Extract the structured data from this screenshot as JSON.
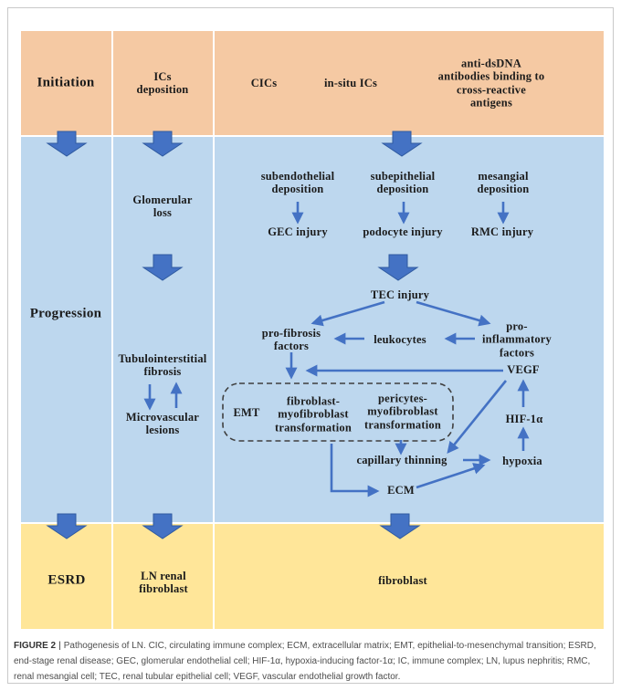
{
  "figure": {
    "stages": {
      "initiation": "Initiation",
      "progression": "Progression",
      "esrd": "ESRD"
    },
    "nodes": {
      "ics_deposition": "ICs\ndeposition",
      "cics": "CICs",
      "insitu_ics": "in-situ ICs",
      "anti_dsdna": "anti-dsDNA antibodies binding to\ncross-reactive antigens",
      "glomerular_loss": "Glomerular\nloss",
      "subendothelial": "subendothelial\ndeposition",
      "subepithelial": "subepithelial\ndeposition",
      "mesangial": "mesangial\ndeposition",
      "gec_injury": "GEC injury",
      "podocyte_injury": "podocyte injury",
      "rmc_injury": "RMC injury",
      "tec_injury": "TEC injury",
      "profibrosis": "pro-fibrosis\nfactors",
      "leukocytes": "leukocytes",
      "proinflammatory": "pro-inflammatory\nfactors",
      "tubulointerstitial": "Tubulointerstitial\nfibrosis",
      "vegf": "VEGF",
      "emt": "EMT",
      "fibroblast_myofibroblast": "fibroblast-\nmyofibroblast\ntransformation",
      "pericytes_myofibroblast": "pericytes-\nmyofibroblast\ntransformation",
      "hif1a": "HIF-1α",
      "microvascular": "Microvascular\nlesions",
      "capillary_thinning": "capillary thinning",
      "hypoxia": "hypoxia",
      "ecm": "ECM",
      "ln_renal_fibroblast": "LN renal\nfibroblast",
      "fibroblast": "fibroblast"
    },
    "caption": {
      "label": "FIGURE 2",
      "separator": "|",
      "text": "Pathogenesis of LN. CIC, circulating immune complex; ECM, extracellular matrix; EMT, epithelial-to-mesenchymal transition; ESRD, end-stage renal disease; GEC, glomerular endothelial cell; HIF-1α, hypoxia-inducing factor-1α; IC, immune complex; LN, lupus nephritis; RMC, renal mesangial cell; TEC, renal tubular epithelial cell; VEGF, vascular endothelial growth factor."
    },
    "colors": {
      "band-orange": "#F5C9A3",
      "band-blue": "#BDD7EE",
      "band-yellow": "#FFE699",
      "arrow-blue": "#4472C4",
      "arrow-blue-dark": "#2F5AA0"
    }
  }
}
